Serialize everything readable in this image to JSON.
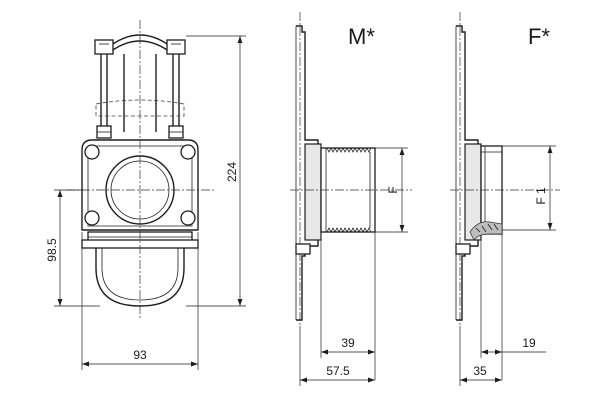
{
  "views": {
    "male_label": "M*",
    "female_label": "F*"
  },
  "dimensions": {
    "overall_height": "224",
    "lower_height": "98.5",
    "body_width": "93",
    "male_thread_length": "39",
    "male_total_length": "57.5",
    "male_thread_size": "F",
    "female_thread_length": "19",
    "female_total_length": "35",
    "female_thread_size": "F 1"
  }
}
